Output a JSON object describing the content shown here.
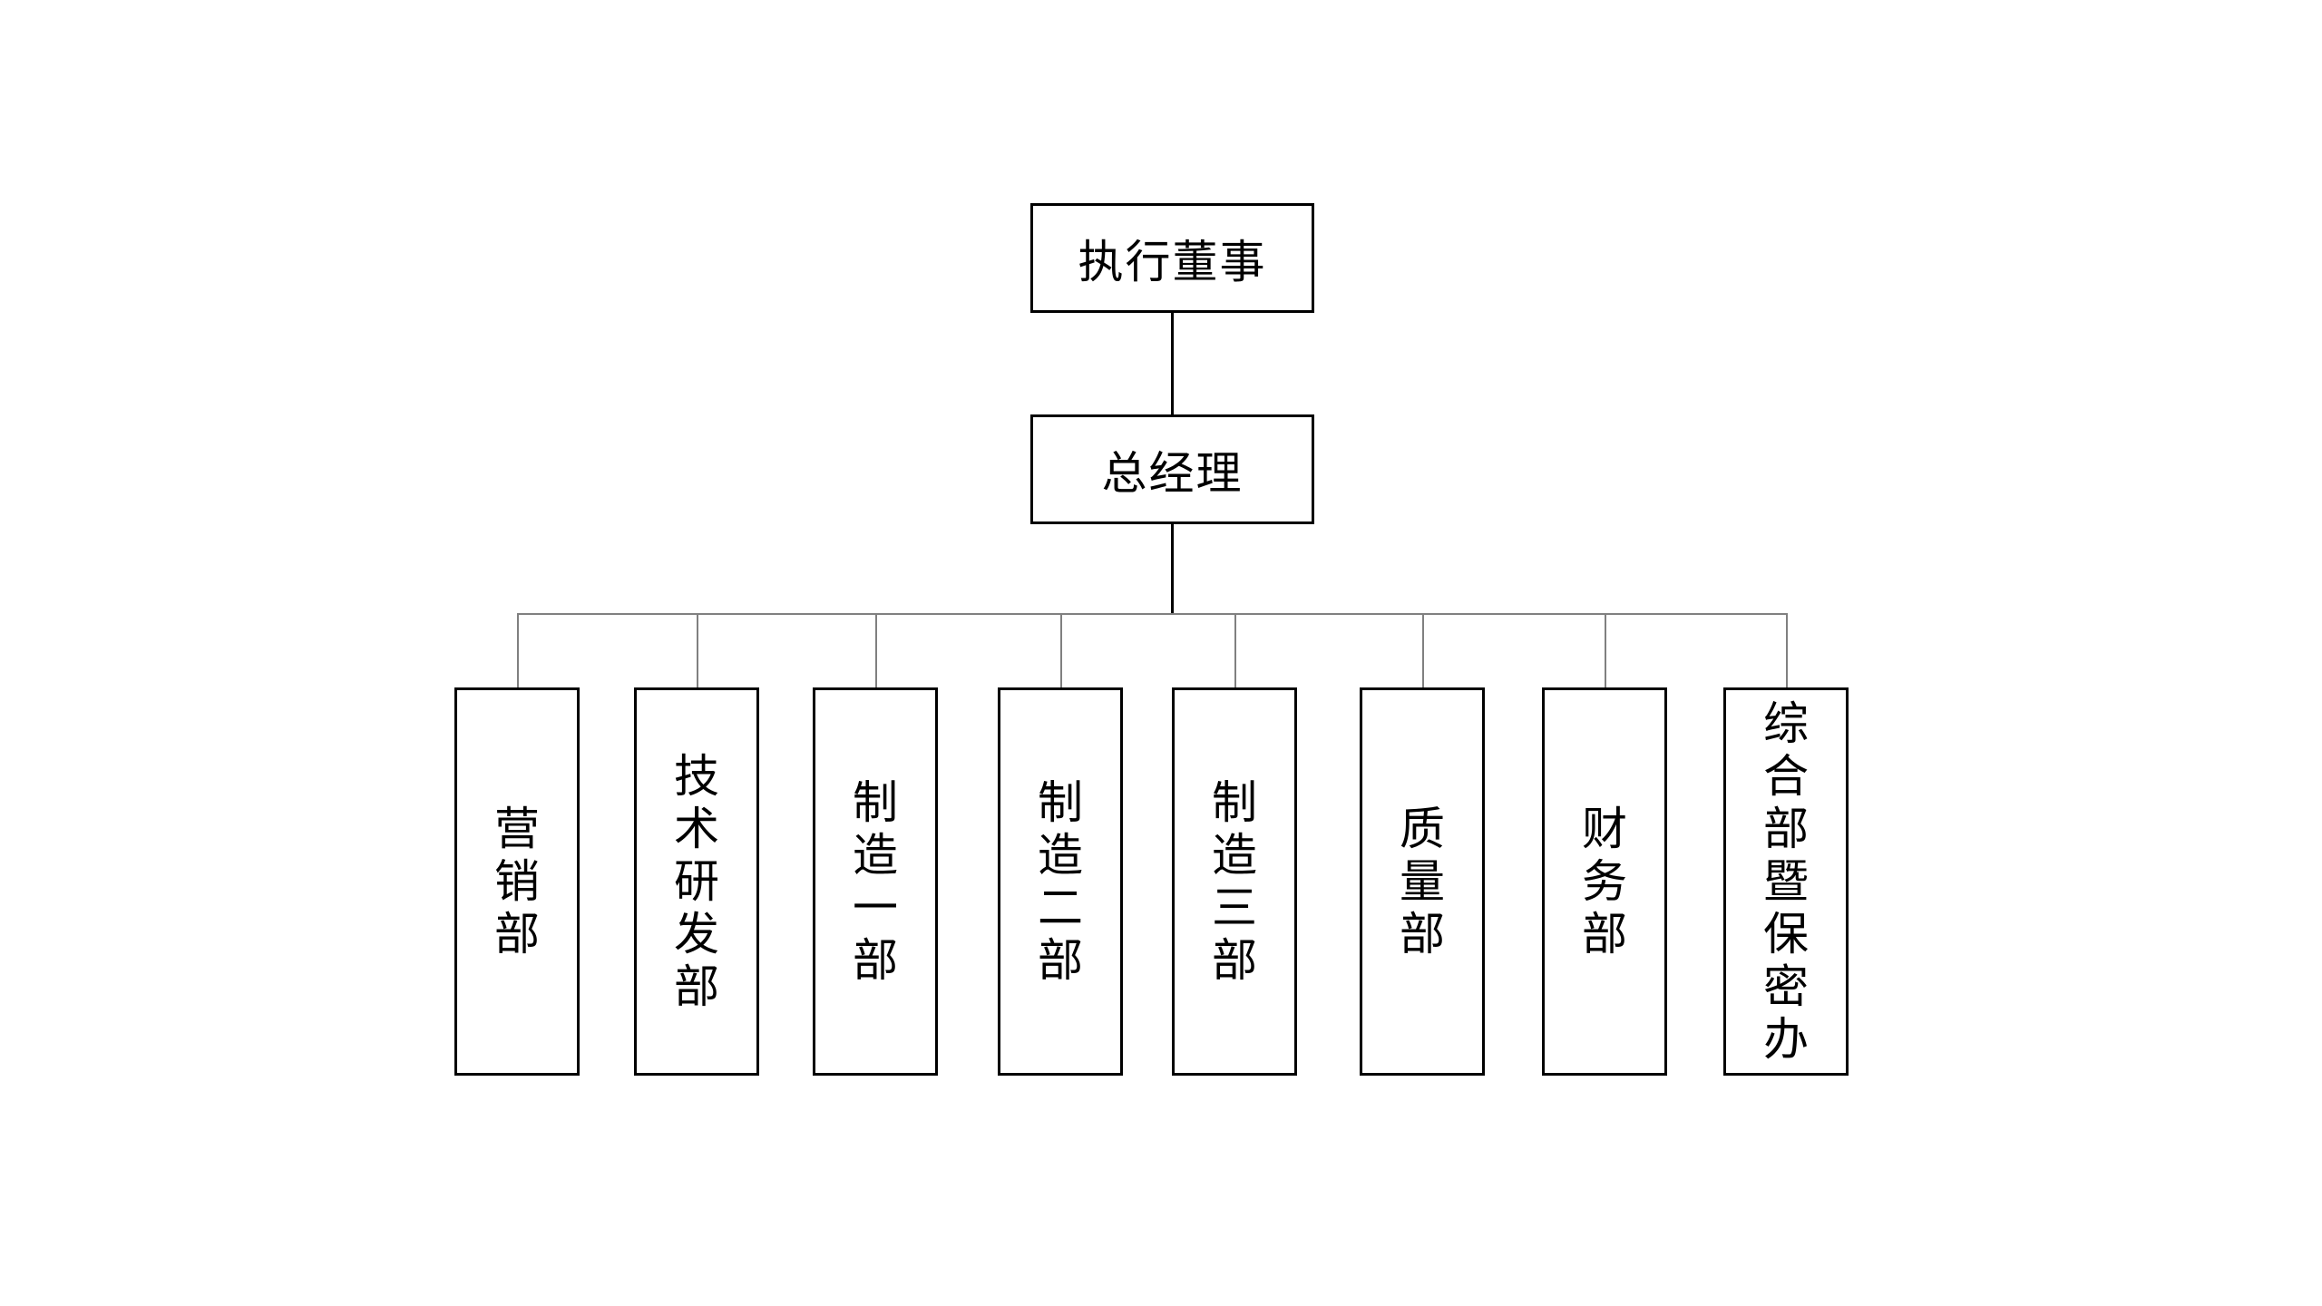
{
  "chart": {
    "top": {
      "label": "执行董事"
    },
    "manager": {
      "label": "总经理"
    },
    "departments": [
      {
        "label": "营销部"
      },
      {
        "label": "技术研发部"
      },
      {
        "label": "制造一部"
      },
      {
        "label": "制造二部"
      },
      {
        "label": "制造三部"
      },
      {
        "label": "质量部"
      },
      {
        "label": "财务部"
      },
      {
        "label": "综合部暨保密办"
      }
    ]
  },
  "colors": {
    "box_border": "#000000",
    "connector_main": "#000000",
    "connector_branch": "#808080",
    "background": "#ffffff"
  }
}
